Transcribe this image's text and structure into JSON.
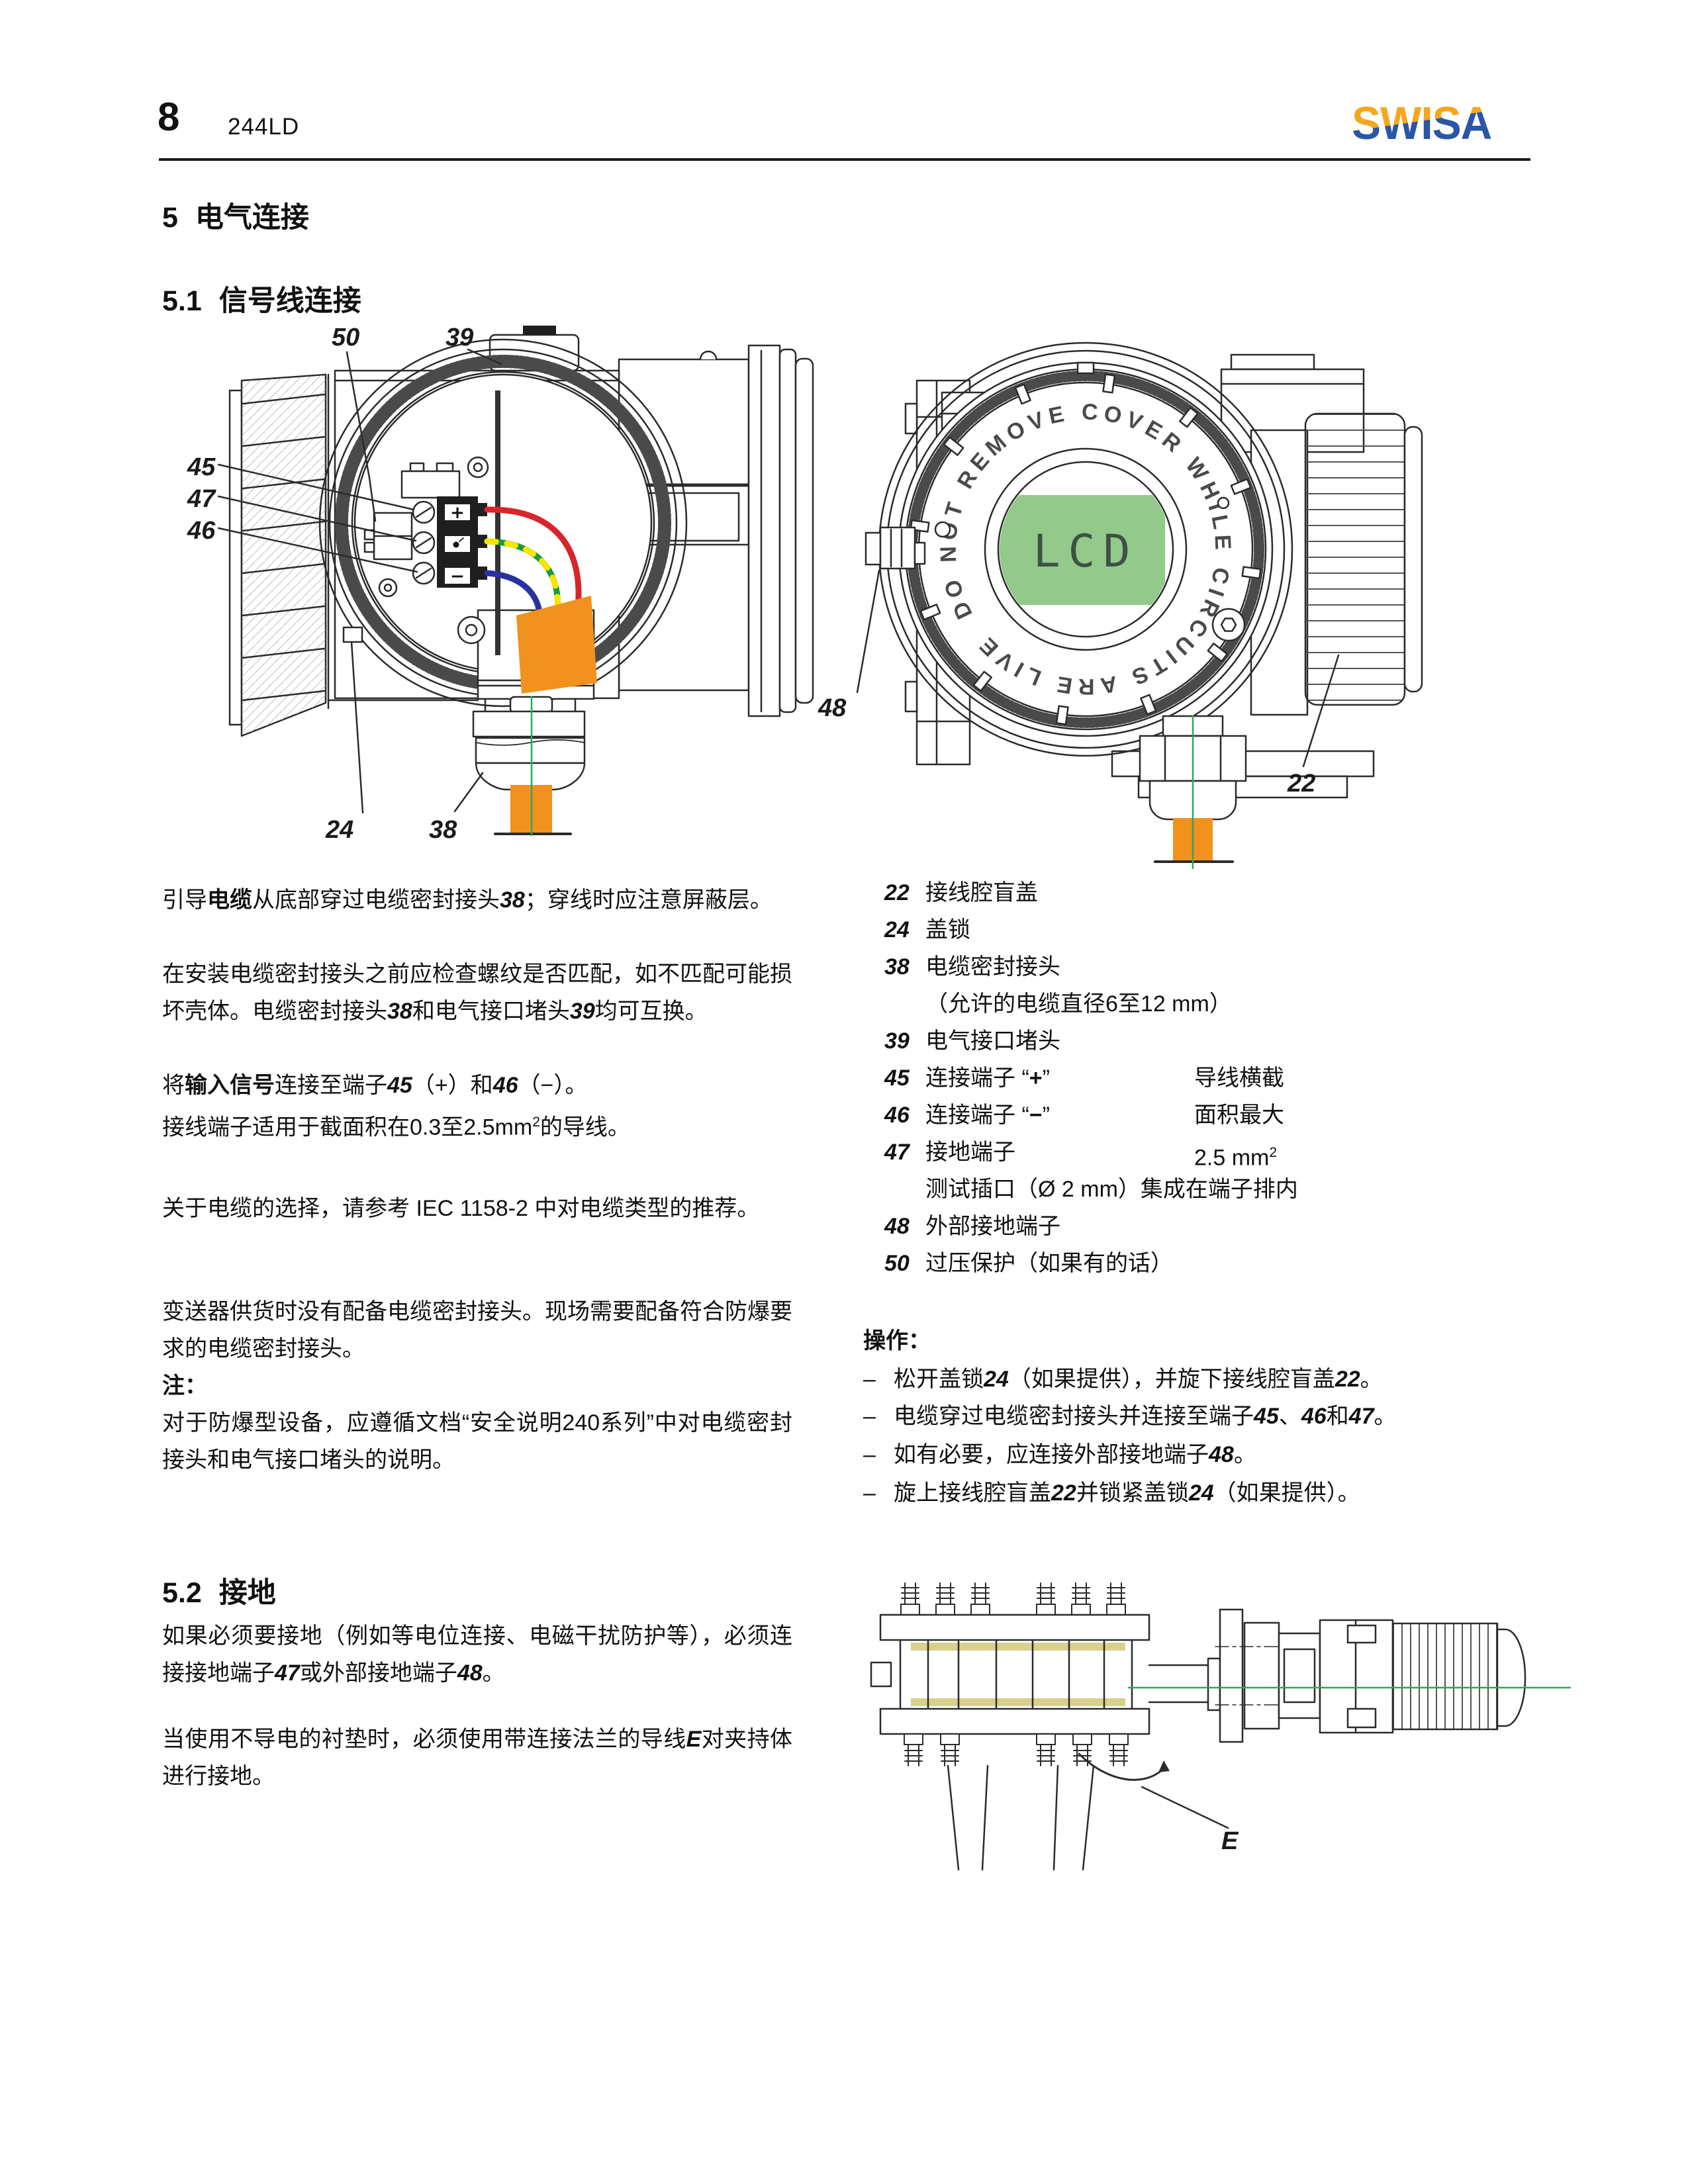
{
  "page": {
    "number": "8",
    "product": "244LD",
    "brand": "SWISA"
  },
  "colors": {
    "logo_orange": "#F5A71F",
    "logo_blue": "#2B55A7",
    "lcd_green": "#93C98B",
    "wire_red": "#D7262B",
    "wire_green": "#169C3E",
    "wire_yellow": "#F7E400",
    "wire_blue": "#2832A0",
    "cable_orange": "#F0921D",
    "centerline_green": "#2AAA5A",
    "gasket_yellow": "#D8D08E"
  },
  "sections": {
    "s5": {
      "num": "5",
      "title": "电气连接"
    },
    "s51": {
      "num": "5.1",
      "title": "信号线连接"
    },
    "s52": {
      "num": "5.2",
      "title": "接地"
    }
  },
  "left_col": {
    "p1": [
      {
        "t": "引导"
      },
      {
        "t": "电缆",
        "b": 1
      },
      {
        "t": "从底部穿过电缆密封接头"
      },
      {
        "t": "38",
        "b": 1,
        "i": 1
      },
      {
        "t": "；穿线时应注意屏蔽层。"
      }
    ],
    "p2": [
      {
        "t": "在安装电缆密封接头之前应检查螺纹是否匹配，如不匹配可能损坏壳体。电缆密封接头"
      },
      {
        "t": "38",
        "b": 1,
        "i": 1
      },
      {
        "t": "和电气接口堵头"
      },
      {
        "t": "39",
        "b": 1,
        "i": 1
      },
      {
        "t": "均可互换。"
      }
    ],
    "p3a": [
      {
        "t": "将"
      },
      {
        "t": "输入信号",
        "b": 1
      },
      {
        "t": "连接至端子"
      },
      {
        "t": "45",
        "b": 1,
        "i": 1
      },
      {
        "t": "（+）和"
      },
      {
        "t": "46",
        "b": 1,
        "i": 1
      },
      {
        "t": "（−）。"
      }
    ],
    "p3b": [
      {
        "t": "接线端子适用于截面积在0.3至2.5mm"
      },
      {
        "t": "2",
        "sup": 1
      },
      {
        "t": "的导线。"
      }
    ],
    "p4": [
      {
        "t": "关于电缆的选择，请参考 IEC 1158-2 中对电缆类型的推荐。"
      }
    ],
    "p5": [
      {
        "t": "变送器供货时没有配备电缆密封接头。现场需要配备符合防爆要求的电缆密封接头。"
      }
    ],
    "note_title": "注：",
    "note": [
      {
        "t": "对于防爆型设备，应遵循文档“安全说明240系列”中对电缆密封接头和电气接口堵头的说明。"
      }
    ]
  },
  "legend": {
    "rows": [
      {
        "num": "22",
        "label": [
          {
            "t": "接线腔盲盖"
          }
        ]
      },
      {
        "num": "24",
        "label": [
          {
            "t": "盖锁"
          }
        ]
      },
      {
        "num": "38",
        "label": [
          {
            "t": "电缆密封接头"
          }
        ]
      },
      {
        "num": "",
        "label": [
          {
            "t": "（允许的电缆直径6至12 mm）"
          }
        ]
      },
      {
        "num": "39",
        "label": [
          {
            "t": "电气接口堵头"
          }
        ]
      },
      {
        "num": "45",
        "label": [
          {
            "t": "连接端子 “"
          },
          {
            "t": "+",
            "b": 1
          },
          {
            "t": "”"
          }
        ],
        "note": [
          {
            "t": "导线横截"
          }
        ]
      },
      {
        "num": "46",
        "label": [
          {
            "t": "连接端子 “"
          },
          {
            "t": "−",
            "b": 1
          },
          {
            "t": "”"
          }
        ],
        "note": [
          {
            "t": "面积最大"
          }
        ]
      },
      {
        "num": "47",
        "label": [
          {
            "t": "接地端子"
          }
        ],
        "note": [
          {
            "t": "2.5 mm"
          },
          {
            "t": "2",
            "sup": 1
          }
        ]
      },
      {
        "num": "",
        "label": [
          {
            "t": "测试插口（Ø 2 mm）集成在端子排内"
          }
        ]
      },
      {
        "num": "48",
        "label": [
          {
            "t": "外部接地端子"
          }
        ]
      },
      {
        "num": "50",
        "label": [
          {
            "t": "过压保护（如果有的话）"
          }
        ]
      }
    ]
  },
  "ops": {
    "title": "操作：",
    "dash": "–",
    "items": [
      [
        {
          "t": "松开盖锁"
        },
        {
          "t": "24",
          "b": 1,
          "i": 1
        },
        {
          "t": "（如果提供），并旋下接线腔盲盖"
        },
        {
          "t": "22",
          "b": 1,
          "i": 1
        },
        {
          "t": "。"
        }
      ],
      [
        {
          "t": "电缆穿过电缆密封接头并连接至端子"
        },
        {
          "t": "45",
          "b": 1,
          "i": 1
        },
        {
          "t": "、"
        },
        {
          "t": "46",
          "b": 1,
          "i": 1
        },
        {
          "t": "和"
        },
        {
          "t": "47",
          "b": 1,
          "i": 1
        },
        {
          "t": "。"
        }
      ],
      [
        {
          "t": "如有必要，应连接外部接地端子"
        },
        {
          "t": "48",
          "b": 1,
          "i": 1
        },
        {
          "t": "。"
        }
      ],
      [
        {
          "t": "旋上接线腔盲盖"
        },
        {
          "t": "22",
          "b": 1,
          "i": 1
        },
        {
          "t": "并锁紧盖锁"
        },
        {
          "t": "24",
          "b": 1,
          "i": 1
        },
        {
          "t": "（如果提供）。"
        }
      ]
    ]
  },
  "s52_body": {
    "p1": [
      {
        "t": "如果必须要接地（例如等电位连接、电磁干扰防护等），必须连接接地端子"
      },
      {
        "t": "47",
        "b": 1,
        "i": 1
      },
      {
        "t": "或外部接地端子"
      },
      {
        "t": "48",
        "b": 1,
        "i": 1
      },
      {
        "t": "。"
      }
    ],
    "p2": [
      {
        "t": "当使用不导电的衬垫时，必须使用带连接法兰的导线"
      },
      {
        "t": "E",
        "b": 1,
        "i": 1
      },
      {
        "t": "对夹持体进行接地。"
      }
    ]
  },
  "diagrams": {
    "left": {
      "labels": {
        "l50": "50",
        "l39": "39",
        "l45": "45",
        "l47": "47",
        "l46": "46",
        "l24": "24",
        "l38": "38"
      },
      "terminal_plus": "+",
      "terminal_minus": "−"
    },
    "right": {
      "labels": {
        "l48": "48",
        "l22": "22"
      },
      "cover_text": "DO NOT REMOVE COVER WHILE CIRCUITS ARE LIVE",
      "lcd_text": "LCD"
    },
    "bottom": {
      "labels": {
        "e": "E"
      }
    }
  }
}
